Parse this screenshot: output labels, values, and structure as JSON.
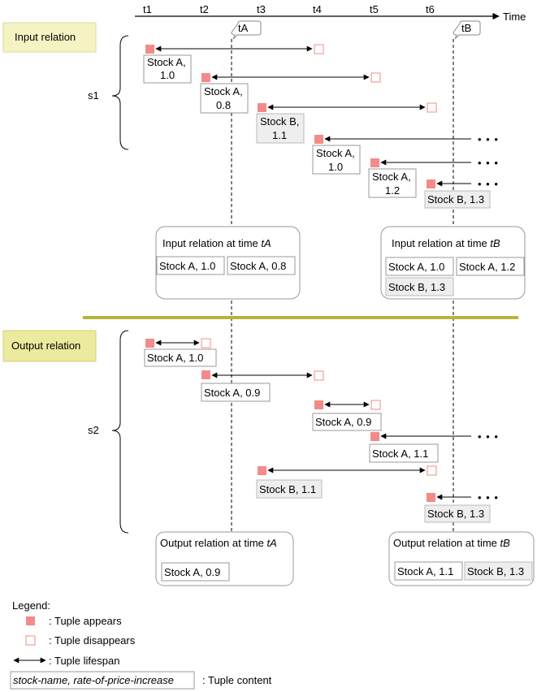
{
  "time_axis": {
    "ticks": [
      "t1",
      "t2",
      "t3",
      "t4",
      "t5",
      "t6"
    ],
    "label": "Time"
  },
  "markers": {
    "ta": "tA",
    "tb": "tB"
  },
  "sections": {
    "input": {
      "title": "Input relation",
      "stream": "s1",
      "tuples": [
        [
          "Stock A,",
          "1.0"
        ],
        [
          "Stock A,",
          "0.8"
        ],
        [
          "Stock B,",
          "1.1"
        ],
        [
          "Stock A,",
          "1.0"
        ],
        [
          "Stock A,",
          "1.2"
        ],
        "Stock B, 1.3"
      ],
      "snapshot_a": {
        "title": "Input relation at time ",
        "time": "tA",
        "items": [
          "Stock A, 1.0",
          "Stock A, 0.8"
        ]
      },
      "snapshot_b": {
        "title": "Input relation at time ",
        "time": "tB",
        "items": [
          "Stock A, 1.0",
          "Stock A, 1.2",
          "Stock B, 1.3"
        ]
      }
    },
    "output": {
      "title": "Output relation",
      "stream": "s2",
      "tuples": [
        "Stock A, 1.0",
        "Stock A, 0.9",
        "Stock A, 0.9",
        "Stock A, 1.1",
        "Stock B, 1.1",
        "Stock B, 1.3"
      ],
      "snapshot_a": {
        "title": "Output relation at time ",
        "time": "tA",
        "items": [
          "Stock A, 0.9"
        ]
      },
      "snapshot_b": {
        "title": "Output relation at time ",
        "time": "tB",
        "items": [
          "Stock A, 1.1",
          "Stock B, 1.3"
        ]
      }
    }
  },
  "continuation": "• • •",
  "legend": {
    "title": "Legend:",
    "appears": ": Tuple appears",
    "disappears": ": Tuple disappears",
    "lifespan": ": Tuple lifespan",
    "content_sample": "stock-name, rate-of-price-increase",
    "content": ": Tuple content"
  },
  "colors": {
    "tuple_fill": "#f48a8a",
    "section_label_bg": "#f6f3c3",
    "output_label_bg": "#ecea9e",
    "divider": "#b5b53a",
    "stock_b_bg": "#eeeeee"
  }
}
